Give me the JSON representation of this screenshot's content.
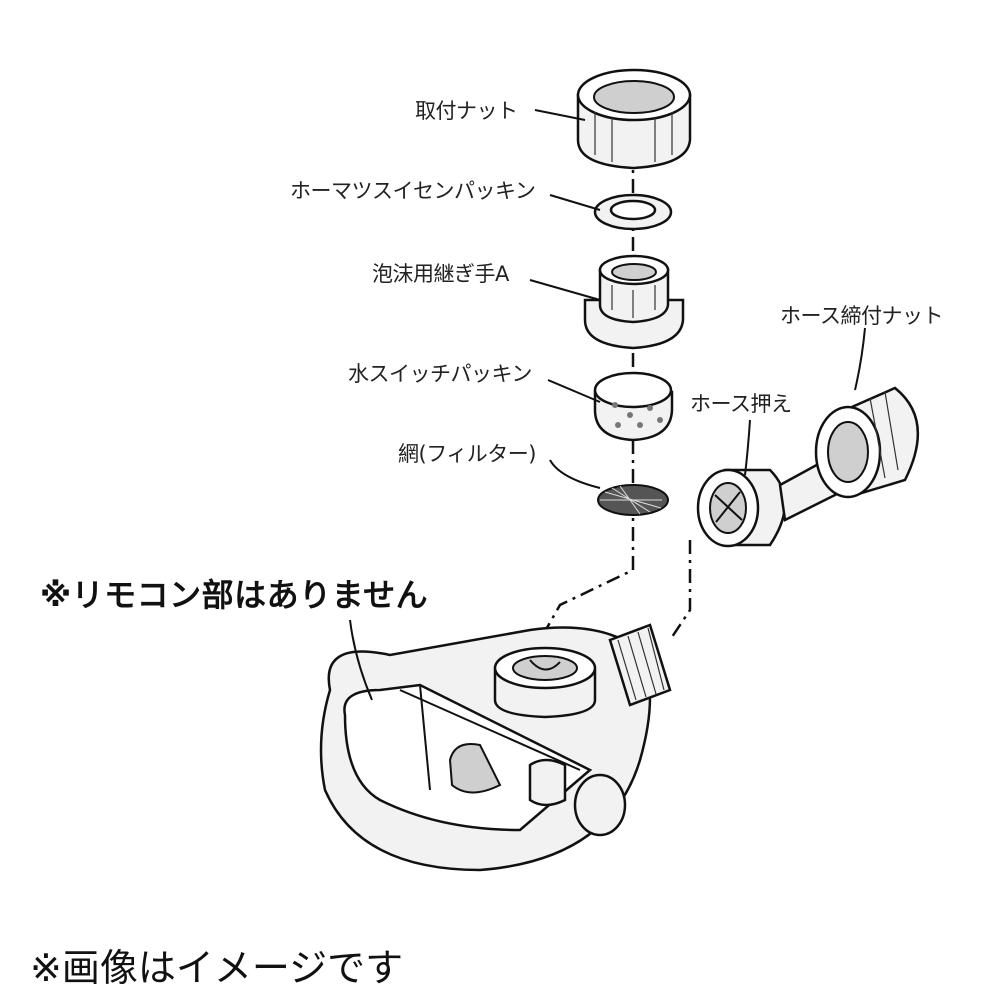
{
  "labels": {
    "mount_nut": "取付ナット",
    "foam_faucet_gasket": "ホーマツスイセンパッキン",
    "foam_joint_a": "泡沫用継ぎ手A",
    "water_switch_gasket": "水スイッチパッキン",
    "mesh_filter": "網(フィルター)",
    "hose_press": "ホース押え",
    "hose_tightening_nut": "ホース締付ナット"
  },
  "notes": {
    "no_remote": "※リモコン部はありません",
    "image_only": "※画像はイメージです"
  }
}
